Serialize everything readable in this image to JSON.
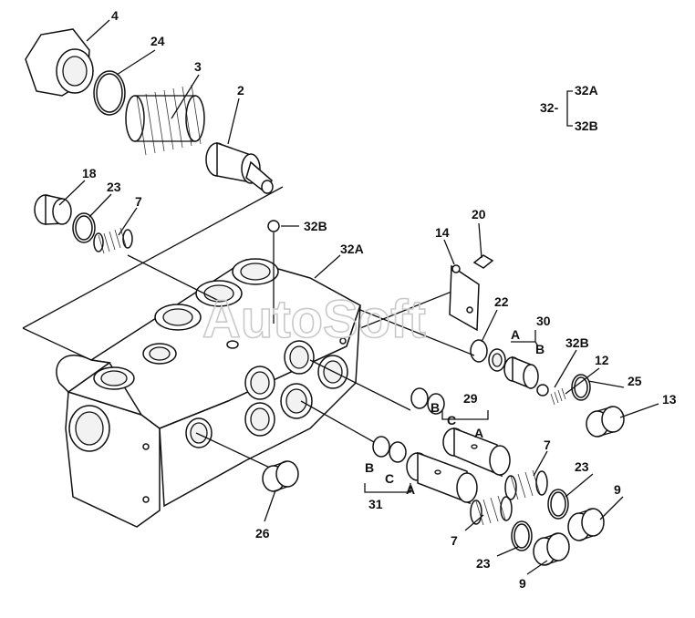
{
  "watermark": "AutoSoft",
  "legend": {
    "parent": "32-",
    "child_a": "32A",
    "child_b": "32B"
  },
  "callouts": {
    "c4": "4",
    "c24": "24",
    "c3": "3",
    "c2": "2",
    "c18": "18",
    "c23_top": "23",
    "c7_top": "7",
    "c32b_top": "32B",
    "c32a": "32A",
    "c14": "14",
    "c20": "20",
    "c22": "22",
    "c30": "30",
    "c30_a": "A",
    "c30_b": "B",
    "c32b_right": "32B",
    "c12": "12",
    "c25": "25",
    "c13": "13",
    "c29": "29",
    "c29_b": "B",
    "c29_c": "C",
    "c29_a": "A",
    "c7_mid": "7",
    "c23_mid": "23",
    "c9_right": "9",
    "c31": "31",
    "c31_b": "B",
    "c31_c": "C",
    "c31_a": "A",
    "c7_low": "7",
    "c23_low": "23",
    "c9_low": "9",
    "c26": "26"
  }
}
